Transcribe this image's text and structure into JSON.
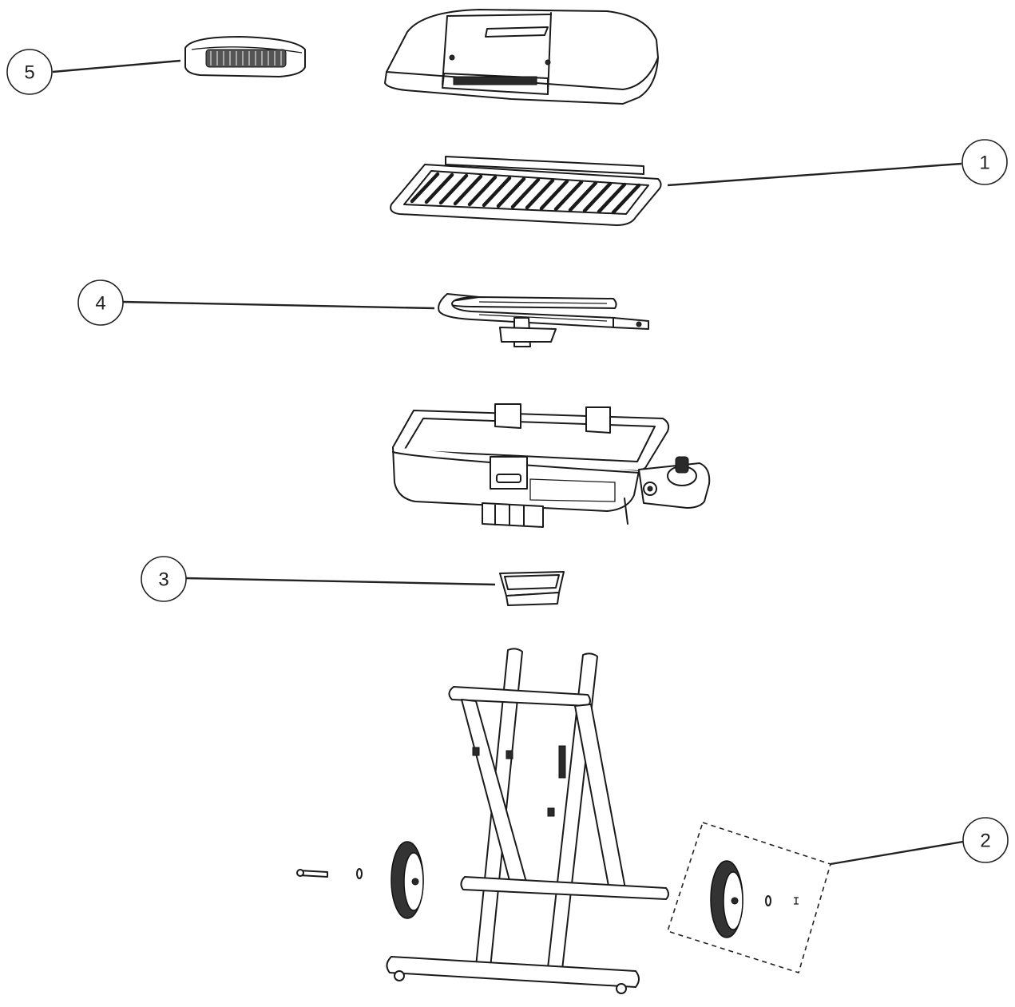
{
  "callouts": [
    {
      "id": "c1",
      "label": "1",
      "part": "cooking-grate"
    },
    {
      "id": "c2",
      "label": "2",
      "part": "wheel-kit"
    },
    {
      "id": "c3",
      "label": "3",
      "part": "grease-cup"
    },
    {
      "id": "c4",
      "label": "4",
      "part": "burner"
    },
    {
      "id": "c5",
      "label": "5",
      "part": "lid-handle"
    }
  ]
}
